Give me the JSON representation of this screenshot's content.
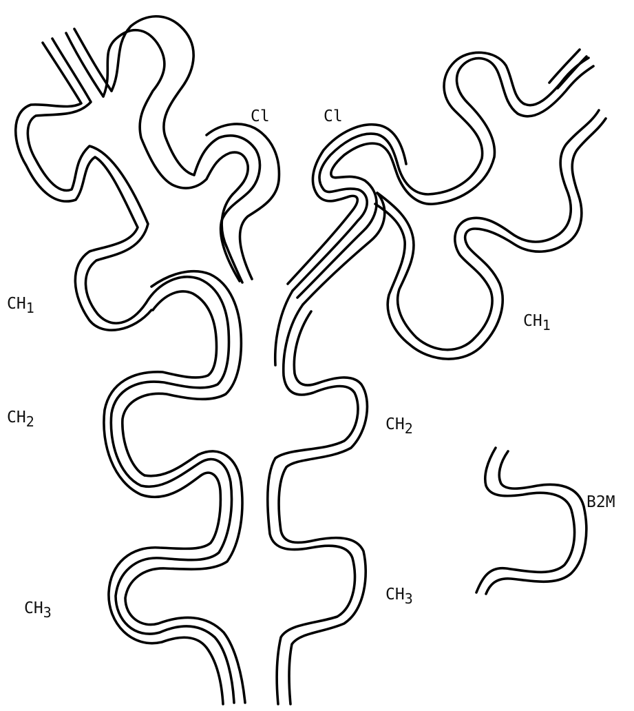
{
  "labels": {
    "c1_left": "Cl",
    "c1_right": "Cl",
    "ch1_left": {
      "main": "CH",
      "sub": "1"
    },
    "ch1_right": {
      "main": "CH",
      "sub": "1"
    },
    "ch2_left": {
      "main": "CH",
      "sub": "2"
    },
    "ch2_right": {
      "main": "CH",
      "sub": "2"
    },
    "ch3_left": {
      "main": "CH",
      "sub": "3"
    },
    "ch3_right": {
      "main": "CH",
      "sub": "3"
    },
    "b2m": "B2M"
  },
  "colors": {
    "ink": "#000000",
    "paper": "#ffffff"
  }
}
